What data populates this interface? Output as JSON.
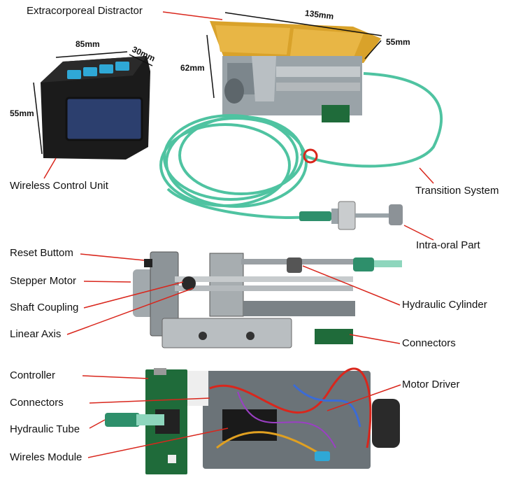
{
  "labels": {
    "extracorporeal_distractor": "Extracorporeal Distractor",
    "wireless_control_unit": "Wireless Control Unit",
    "transition_system": "Transition System",
    "intra_oral_part": "Intra-oral Part",
    "reset_buttom": "Reset Buttom",
    "stepper_motor": "Stepper Motor",
    "shaft_coupling": "Shaft Coupling",
    "linear_axis": "Linear Axis",
    "hydraulic_cylinder": "Hydraulic Cylinder",
    "connectors_middle": "Connectors",
    "controller": "Controller",
    "connectors_bottom": "Connectors",
    "hydraulic_tube": "Hydraulic Tube",
    "wireles_module": "Wireles Module",
    "motor_driver": "Motor Driver"
  },
  "dimensions": {
    "distractor_length": "135mm",
    "distractor_width": "55mm",
    "distractor_height": "62mm",
    "control_width": "85mm",
    "control_depth": "30mm",
    "control_height": "55mm"
  },
  "colors": {
    "leader_line": "#d9261c",
    "dimension_line": "#111111",
    "tube": "#4fc3a1",
    "battery": "#d9a22a",
    "button": "#2fa8d6",
    "pcb_green": "#1f6b3a"
  }
}
